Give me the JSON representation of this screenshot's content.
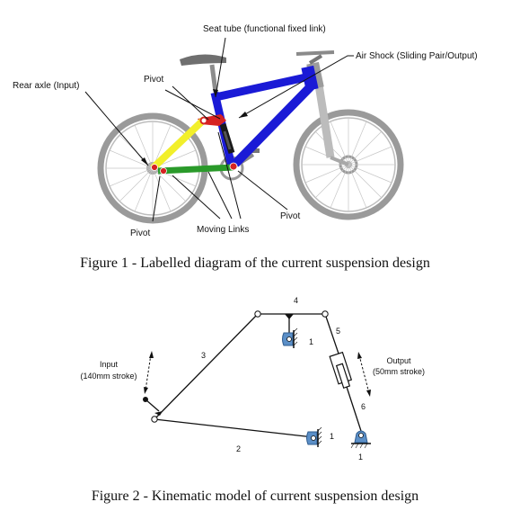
{
  "figure1": {
    "labels": {
      "seat_tube": "Seat tube (functional fixed link)",
      "air_shock": "Air Shock (Sliding Pair/Output)",
      "rear_axle": "Rear axle (Input)",
      "pivot_top": "Pivot",
      "pivot_bottom_left": "Pivot",
      "pivot_bottom_right": "Pivot",
      "moving_links": "Moving Links"
    },
    "caption": "Figure 1 - Labelled diagram of the current suspension design"
  },
  "figure2": {
    "numbers": {
      "n1a": "1",
      "n1b": "1",
      "n1c": "1",
      "n2": "2",
      "n3": "3",
      "n4": "4",
      "n5": "5",
      "n6": "6"
    },
    "input_label": "Input",
    "input_stroke": "(140mm stroke)",
    "output_label": "Output",
    "output_stroke": "(50mm stroke)",
    "caption": "Figure 2 - Kinematic model of current suspension design"
  },
  "colors": {
    "frame_blue": "#1a1ad6",
    "link_yellow": "#f2ef2a",
    "link_green": "#2a9a2a",
    "pivot_red": "#d62222",
    "support_blue": "#5b8fc7"
  }
}
